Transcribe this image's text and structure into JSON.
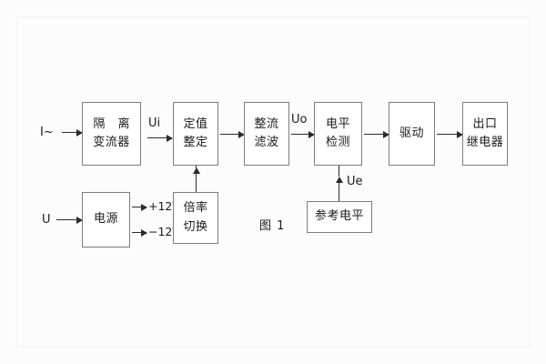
{
  "figure": {
    "caption": "图 1",
    "title_text": "图 1"
  },
  "blocks": [
    {
      "id": "isolation-ct",
      "lines": [
        "隔 离",
        "变流器"
      ]
    },
    {
      "id": "setting",
      "lines": [
        "定值",
        "整定"
      ]
    },
    {
      "id": "rectify-filter",
      "lines": [
        "整流",
        "滤波"
      ]
    },
    {
      "id": "level-detect",
      "lines": [
        "电平",
        "检测"
      ]
    },
    {
      "id": "driver",
      "lines": [
        "驱动"
      ]
    },
    {
      "id": "output-relay",
      "lines": [
        "出口",
        "继电器"
      ]
    },
    {
      "id": "power-supply",
      "lines": [
        "电源"
      ]
    },
    {
      "id": "ratio-switch",
      "lines": [
        "倍率",
        "切换"
      ]
    },
    {
      "id": "reference-level",
      "lines": [
        "参考电平"
      ]
    }
  ],
  "signals": {
    "current_input": "I~",
    "voltage_input": "U",
    "ui": "Ui",
    "uo": "Uo",
    "ue": "Ue",
    "supply_positive": "+12V",
    "supply_negative": "−12V"
  },
  "colors": {
    "background": "#fcfcfc",
    "box_border": "#7d7d7d",
    "line": "#2b2b2b",
    "text": "#1a1a1a"
  }
}
